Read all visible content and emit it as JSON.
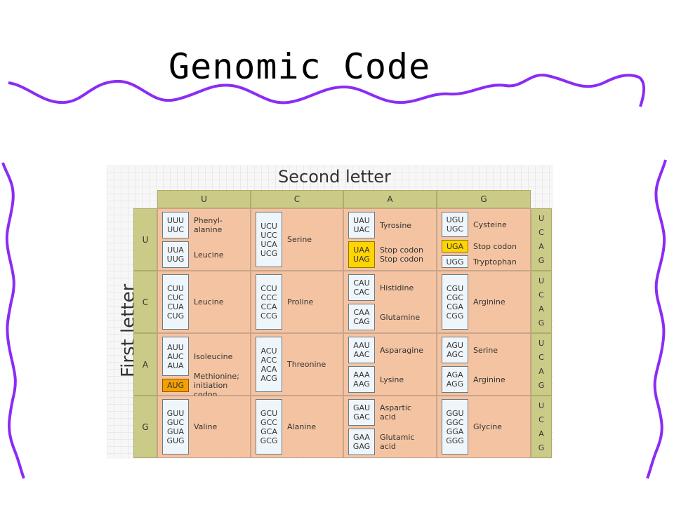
{
  "slide": {
    "title": "Genomic Code"
  },
  "table": {
    "second_letter_label": "Second letter",
    "first_letter_label": "First letter",
    "col_headers": [
      "U",
      "C",
      "A",
      "G"
    ],
    "row_headers": [
      "U",
      "C",
      "A",
      "G"
    ],
    "third_letters": [
      "U",
      "C",
      "A",
      "G"
    ],
    "colors": {
      "cell": "#f4c4a2",
      "header": "#cbcb88",
      "group": "#eef6fb",
      "stop": "#ffd400",
      "start": "#f3a000",
      "wave": "#8b2cf5"
    },
    "cells": [
      [
        {
          "groups": [
            {
              "codons": [
                "UUU",
                "UUC"
              ],
              "aa": "Phenyl-\nalanine",
              "style": "normal"
            },
            {
              "codons": [
                "UUA",
                "UUG"
              ],
              "aa": "Leucine",
              "style": "normal"
            }
          ]
        },
        {
          "groups": [
            {
              "codons": [
                "UCU",
                "UCC",
                "UCA",
                "UCG"
              ],
              "aa": "Serine",
              "style": "normal"
            }
          ]
        },
        {
          "groups": [
            {
              "codons": [
                "UAU",
                "UAC"
              ],
              "aa": "Tyrosine",
              "style": "normal"
            },
            {
              "codons": [
                "UAA",
                "UAG"
              ],
              "aa": "Stop codon\nStop codon",
              "style": "stop"
            }
          ]
        },
        {
          "groups": [
            {
              "codons": [
                "UGU",
                "UGC"
              ],
              "aa": "Cysteine",
              "style": "normal"
            },
            {
              "codons": [
                "UGA"
              ],
              "aa": "Stop codon",
              "style": "stop"
            },
            {
              "codons": [
                "UGG"
              ],
              "aa": "Tryptophan",
              "style": "normal"
            }
          ]
        }
      ],
      [
        {
          "groups": [
            {
              "codons": [
                "CUU",
                "CUC",
                "CUA",
                "CUG"
              ],
              "aa": "Leucine",
              "style": "normal"
            }
          ]
        },
        {
          "groups": [
            {
              "codons": [
                "CCU",
                "CCC",
                "CCA",
                "CCG"
              ],
              "aa": "Proline",
              "style": "normal"
            }
          ]
        },
        {
          "groups": [
            {
              "codons": [
                "CAU",
                "CAC"
              ],
              "aa": "Histidine",
              "style": "normal"
            },
            {
              "codons": [
                "CAA",
                "CAG"
              ],
              "aa": "Glutamine",
              "style": "normal"
            }
          ]
        },
        {
          "groups": [
            {
              "codons": [
                "CGU",
                "CGC",
                "CGA",
                "CGG"
              ],
              "aa": "Arginine",
              "style": "normal"
            }
          ]
        }
      ],
      [
        {
          "groups": [
            {
              "codons": [
                "AUU",
                "AUC",
                "AUA"
              ],
              "aa": "Isoleucine",
              "style": "normal"
            },
            {
              "codons": [
                "AUG"
              ],
              "aa": "Methionine;\ninitiation\ncodon",
              "style": "start"
            }
          ]
        },
        {
          "groups": [
            {
              "codons": [
                "ACU",
                "ACC",
                "ACA",
                "ACG"
              ],
              "aa": "Threonine",
              "style": "normal"
            }
          ]
        },
        {
          "groups": [
            {
              "codons": [
                "AAU",
                "AAC"
              ],
              "aa": "Asparagine",
              "style": "normal"
            },
            {
              "codons": [
                "AAA",
                "AAG"
              ],
              "aa": "Lysine",
              "style": "normal"
            }
          ]
        },
        {
          "groups": [
            {
              "codons": [
                "AGU",
                "AGC"
              ],
              "aa": "Serine",
              "style": "normal"
            },
            {
              "codons": [
                "AGA",
                "AGG"
              ],
              "aa": "Arginine",
              "style": "normal"
            }
          ]
        }
      ],
      [
        {
          "groups": [
            {
              "codons": [
                "GUU",
                "GUC",
                "GUA",
                "GUG"
              ],
              "aa": "Valine",
              "style": "normal"
            }
          ]
        },
        {
          "groups": [
            {
              "codons": [
                "GCU",
                "GCC",
                "GCA",
                "GCG"
              ],
              "aa": "Alanine",
              "style": "normal"
            }
          ]
        },
        {
          "groups": [
            {
              "codons": [
                "GAU",
                "GAC"
              ],
              "aa": "Aspartic\nacid",
              "style": "normal"
            },
            {
              "codons": [
                "GAA",
                "GAG"
              ],
              "aa": "Glutamic\nacid",
              "style": "normal"
            }
          ]
        },
        {
          "groups": [
            {
              "codons": [
                "GGU",
                "GGC",
                "GGA",
                "GGG"
              ],
              "aa": "Glycine",
              "style": "normal"
            }
          ]
        }
      ]
    ]
  }
}
